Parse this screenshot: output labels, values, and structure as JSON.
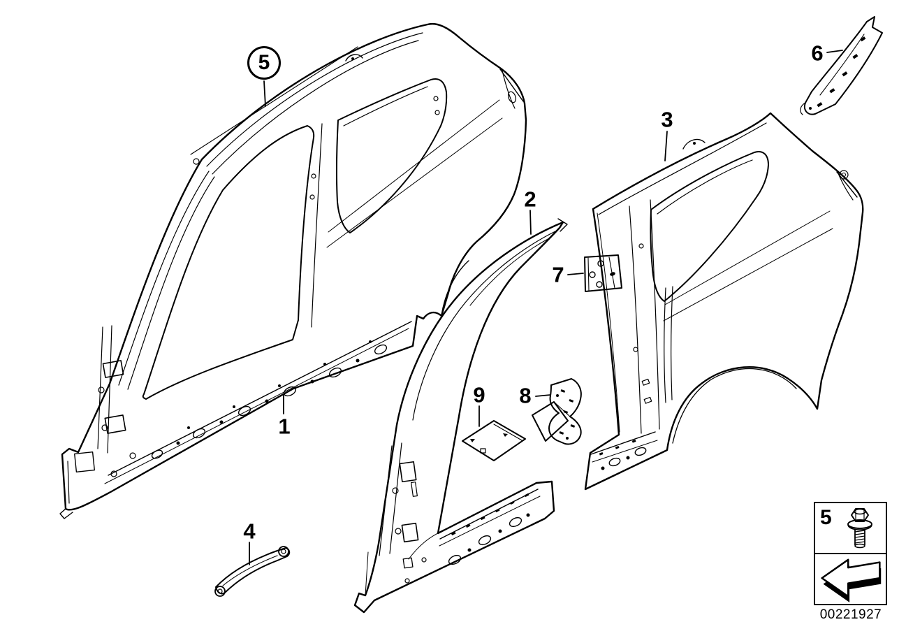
{
  "figure": {
    "image_number": "00221927",
    "callouts": {
      "c1": "1",
      "c2": "2",
      "c3": "3",
      "c4": "4",
      "c5": "5",
      "c6": "6",
      "c7": "7",
      "c8": "8",
      "c9": "9"
    },
    "legend": {
      "fastener_label": "5",
      "fastener_icon": "bolt-icon",
      "direction_icon": "direction-arrow-icon"
    },
    "colors": {
      "line": "#000000",
      "background": "#ffffff"
    }
  }
}
